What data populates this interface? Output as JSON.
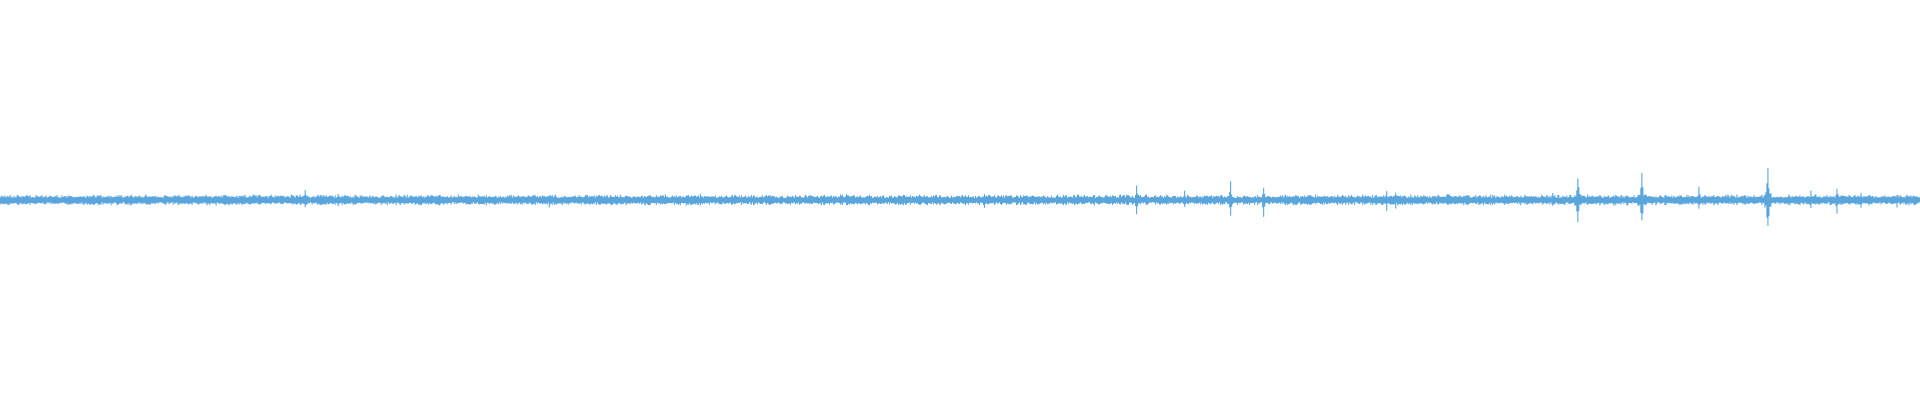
{
  "waveform": {
    "color": "#5aa6dc",
    "background": "#ffffff",
    "baseline_amplitude": 0.03,
    "samples": 1920,
    "transients": [
      {
        "t": 0.159,
        "a": 0.06
      },
      {
        "t": 0.176,
        "a": 0.05
      },
      {
        "t": 0.286,
        "a": 0.04
      },
      {
        "t": 0.365,
        "a": 0.045
      },
      {
        "t": 0.441,
        "a": 0.035
      },
      {
        "t": 0.513,
        "a": 0.045
      },
      {
        "t": 0.592,
        "a": 0.08
      },
      {
        "t": 0.617,
        "a": 0.05
      },
      {
        "t": 0.641,
        "a": 0.1
      },
      {
        "t": 0.658,
        "a": 0.09
      },
      {
        "t": 0.722,
        "a": 0.06
      },
      {
        "t": 0.727,
        "a": 0.055
      },
      {
        "t": 0.754,
        "a": 0.04
      },
      {
        "t": 0.809,
        "a": 0.05
      },
      {
        "t": 0.822,
        "a": 0.16
      },
      {
        "t": 0.855,
        "a": 0.17
      },
      {
        "t": 0.885,
        "a": 0.07
      },
      {
        "t": 0.921,
        "a": 0.21
      },
      {
        "t": 0.943,
        "a": 0.06
      },
      {
        "t": 0.957,
        "a": 0.075
      },
      {
        "t": 0.969,
        "a": 0.045
      },
      {
        "t": 0.988,
        "a": 0.04
      }
    ]
  }
}
